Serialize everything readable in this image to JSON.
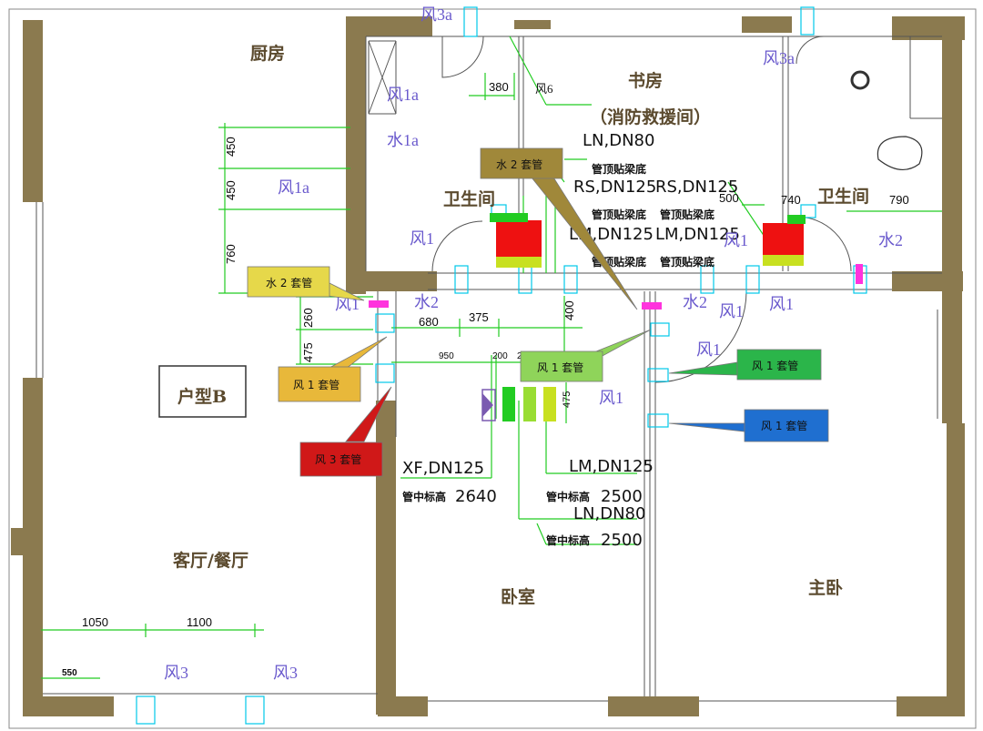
{
  "rooms": {
    "kitchen": "厨房",
    "study": "书房",
    "study_sub": "（消防救援间）",
    "bath_left": "卫生间",
    "bath_right": "卫生间",
    "unit_type": "户型B",
    "living": "客厅/餐厅",
    "bedroom": "卧室",
    "master": "主卧"
  },
  "pipe_labels": {
    "ln_dn80_top": "LN,DN80",
    "under_beam_1": "管顶贴梁底",
    "rs_dn125": "RS,DN125",
    "rs_dn125_b": "RS,DN125",
    "under_beam_2": "管顶贴梁底",
    "under_beam_3": "管顶贴梁底",
    "lm_dn125_a": "LM,DN125",
    "lm_dn125_b": "LM,DN125",
    "under_beam_4": "管顶贴梁底",
    "under_beam_5": "管顶贴梁底",
    "xf_dn125": "XF,DN125",
    "elev_2640_label": "管中标高",
    "elev_2640": "2640",
    "lm_dn125_c": "LM,DN125",
    "elev_2500_label_a": "管中标高",
    "elev_2500_a": "2500",
    "ln_dn80_b": "LN,DN80",
    "elev_2500_label_b": "管中标高",
    "elev_2500_b": "2500"
  },
  "tags": {
    "feng3a_top": "风3a",
    "feng3a_right": "风3a",
    "feng6": "风6",
    "feng1a_1": "风1a",
    "shui1a": "水1a",
    "feng1a_2": "风1a",
    "feng1_left": "风1",
    "shui2_mid": "水2",
    "shui2_mid2": "水2",
    "feng1_mid": "风1",
    "feng1_mid2": "风1",
    "feng1_right": "风1",
    "feng1_r2": "风1",
    "feng1_bot": "风1",
    "shui2_right": "水2",
    "feng3_a": "风3",
    "feng3_b": "风3",
    "feng1_c": "风1"
  },
  "dimensions": {
    "d380": "380",
    "d450a": "450",
    "d450b": "450",
    "d760": "760",
    "d260": "260",
    "d475": "475",
    "d680": "680",
    "d375": "375",
    "d400": "400",
    "d950": "950",
    "d200": "200",
    "d475b": "475",
    "d500": "500",
    "d740": "740",
    "d790": "790",
    "d1050": "1050",
    "d1100": "1100",
    "d550": "550",
    "d2": "2"
  },
  "callouts": {
    "shui2_left": "水 2 套管",
    "shui2_center": "水 2 套管",
    "feng1_left": "风 1 套管",
    "feng3_left": "风 3 套管",
    "feng1_center": "风 1 套管",
    "feng1_right_green": "风 1 套管",
    "feng1_right_blue": "风 1 套管"
  },
  "colors": {
    "wall": "#8b7a4f",
    "room_text": "#5b4a2e",
    "dim_green": "#22cc22",
    "tag_purple": "#6a5acd",
    "cyan": "#00c8e8",
    "callout_yellow": "#e6d84a",
    "callout_gold": "#e8b83a",
    "callout_brown": "#a0883a",
    "callout_red": "#d01818",
    "callout_lightgreen": "#8fd45a",
    "callout_green": "#2bb54a",
    "callout_blue": "#1f6fd0",
    "equip_red": "#ee1111",
    "equip_yellowgreen": "#c8e020"
  }
}
